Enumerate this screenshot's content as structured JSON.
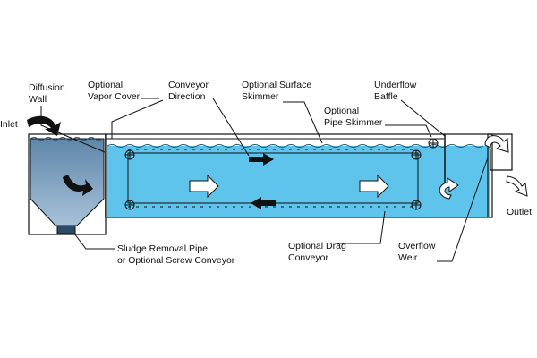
{
  "labels": {
    "inlet": "Inlet",
    "diffusion_wall": [
      "Diffusion",
      "Wall"
    ],
    "vapor_cover": [
      "Optional",
      "Vapor Cover"
    ],
    "conveyor_direction": [
      "Conveyor",
      "Direction"
    ],
    "surface_skimmer": [
      "Optional Surface",
      "Skimmer"
    ],
    "underflow_baffle": [
      "Underflow",
      "Baffle"
    ],
    "pipe_skimmer": [
      "Optional",
      "Pipe Skimmer"
    ],
    "outlet": "Outlet",
    "sludge_pipe": [
      "Sludge Removal Pipe",
      "or Optional Screw Conveyor"
    ],
    "drag_conveyor": [
      "Optional Drag",
      "Conveyor"
    ],
    "overflow_weir": [
      "Overflow",
      "Weir"
    ]
  },
  "colors": {
    "water": "#5fc4ec",
    "hopper_top": "#5f86a9",
    "hopper_bottom": "#a7c2d9",
    "flow_arrow_dark": "#111111",
    "flow_arrow_light": "#ffffff",
    "outline": "#111111"
  },
  "icons": [
    "inlet-arrow-icon",
    "flow-arrow-right-icon",
    "flow-arrow-left-icon",
    "curved-flow-arrow-icon",
    "outlet-arrow-icon"
  ]
}
